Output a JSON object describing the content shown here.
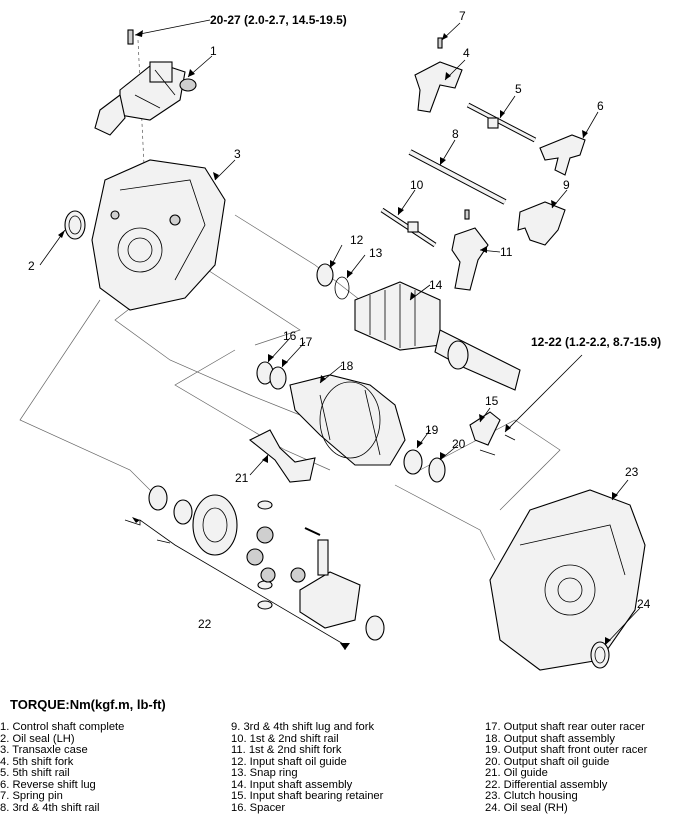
{
  "torque_labels": {
    "top": "20-27 (2.0-2.7, 14.5-19.5)",
    "right": "12-22 (1.2-2.2, 8.7-15.9)"
  },
  "callouts": [
    "1",
    "2",
    "3",
    "4",
    "5",
    "6",
    "7",
    "8",
    "9",
    "10",
    "11",
    "12",
    "13",
    "14",
    "15",
    "16",
    "17",
    "18",
    "19",
    "20",
    "21",
    "22",
    "23",
    "24"
  ],
  "torque_unit_title": "TORQUE:Nm(kgf.m, lb-ft)",
  "legend": {
    "col1": [
      "1.  Control shaft complete",
      "2.  Oil seal (LH)",
      "3.  Transaxle case",
      "4.  5th shift fork",
      "5.  5th shift rail",
      "6.  Reverse shift lug",
      "7.  Spring pin",
      "8.  3rd & 4th shift rail"
    ],
    "col2": [
      "9.  3rd & 4th shift lug and fork",
      "10.  1st & 2nd shift rail",
      "11.  1st & 2nd shift fork",
      "12.  Input shaft oil guide",
      "13.  Snap ring",
      "14.  Input shaft assembly",
      "15.  Input shaft bearing retainer",
      "16.  Spacer"
    ],
    "col3": [
      "17.  Output shaft rear outer racer",
      "18.  Output shaft assembly",
      "19.  Output shaft front outer racer",
      "20.  Output shaft oil guide",
      "21.  Oil guide",
      "22.  Differential assembly",
      "23.  Clutch housing",
      "24.  Oil seal (RH)"
    ]
  }
}
